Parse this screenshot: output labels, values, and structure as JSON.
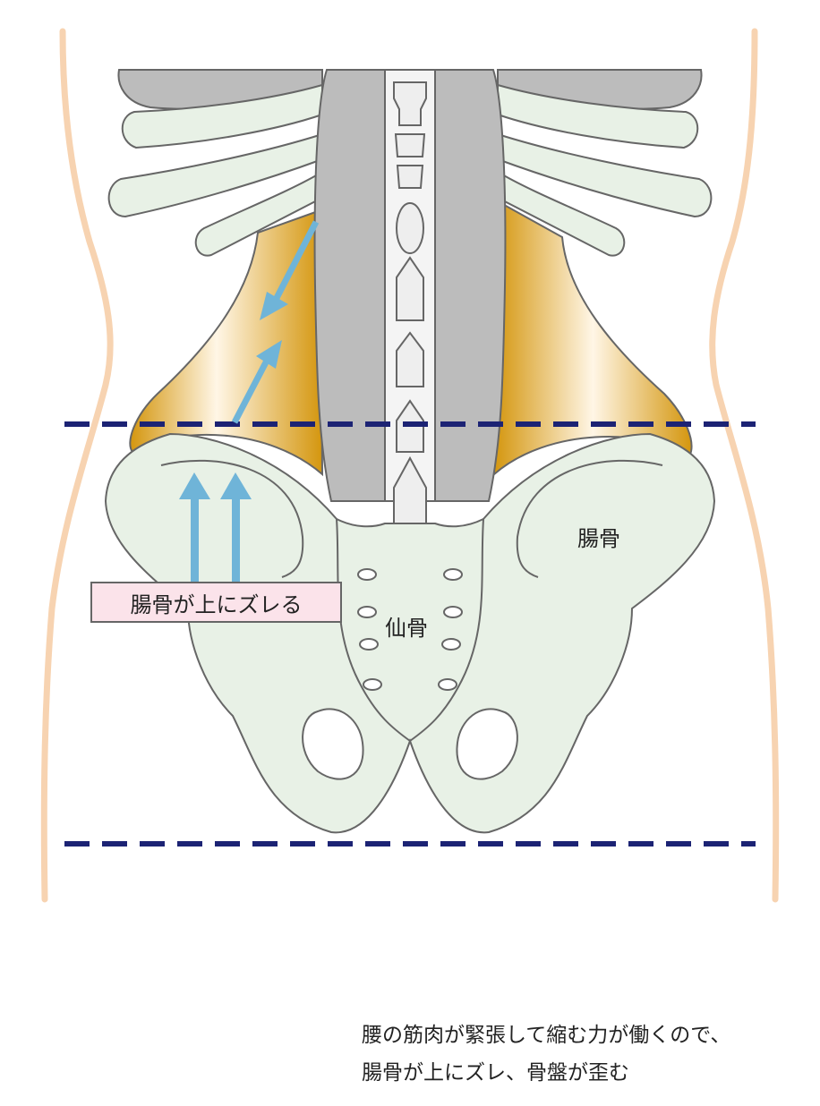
{
  "labels": {
    "ilium": "腸骨",
    "sacrum": "仙骨",
    "callout": "腸骨が上にズレる"
  },
  "caption": {
    "line1": "腰の筋肉が緊張して縮む力が働くので、",
    "line2": "腸骨が上にズレ、骨盤が歪む"
  },
  "colors": {
    "bone_fill": "#e8f1e6",
    "bone_stroke": "#666666",
    "muscle_gray": "#bcbcbc",
    "muscle_gold": "#d4960e",
    "body_outline": "#f7d3b1",
    "dashed_line": "#1c2374",
    "arrow": "#6fb4d8",
    "callout_fill": "#fbe3ea"
  }
}
